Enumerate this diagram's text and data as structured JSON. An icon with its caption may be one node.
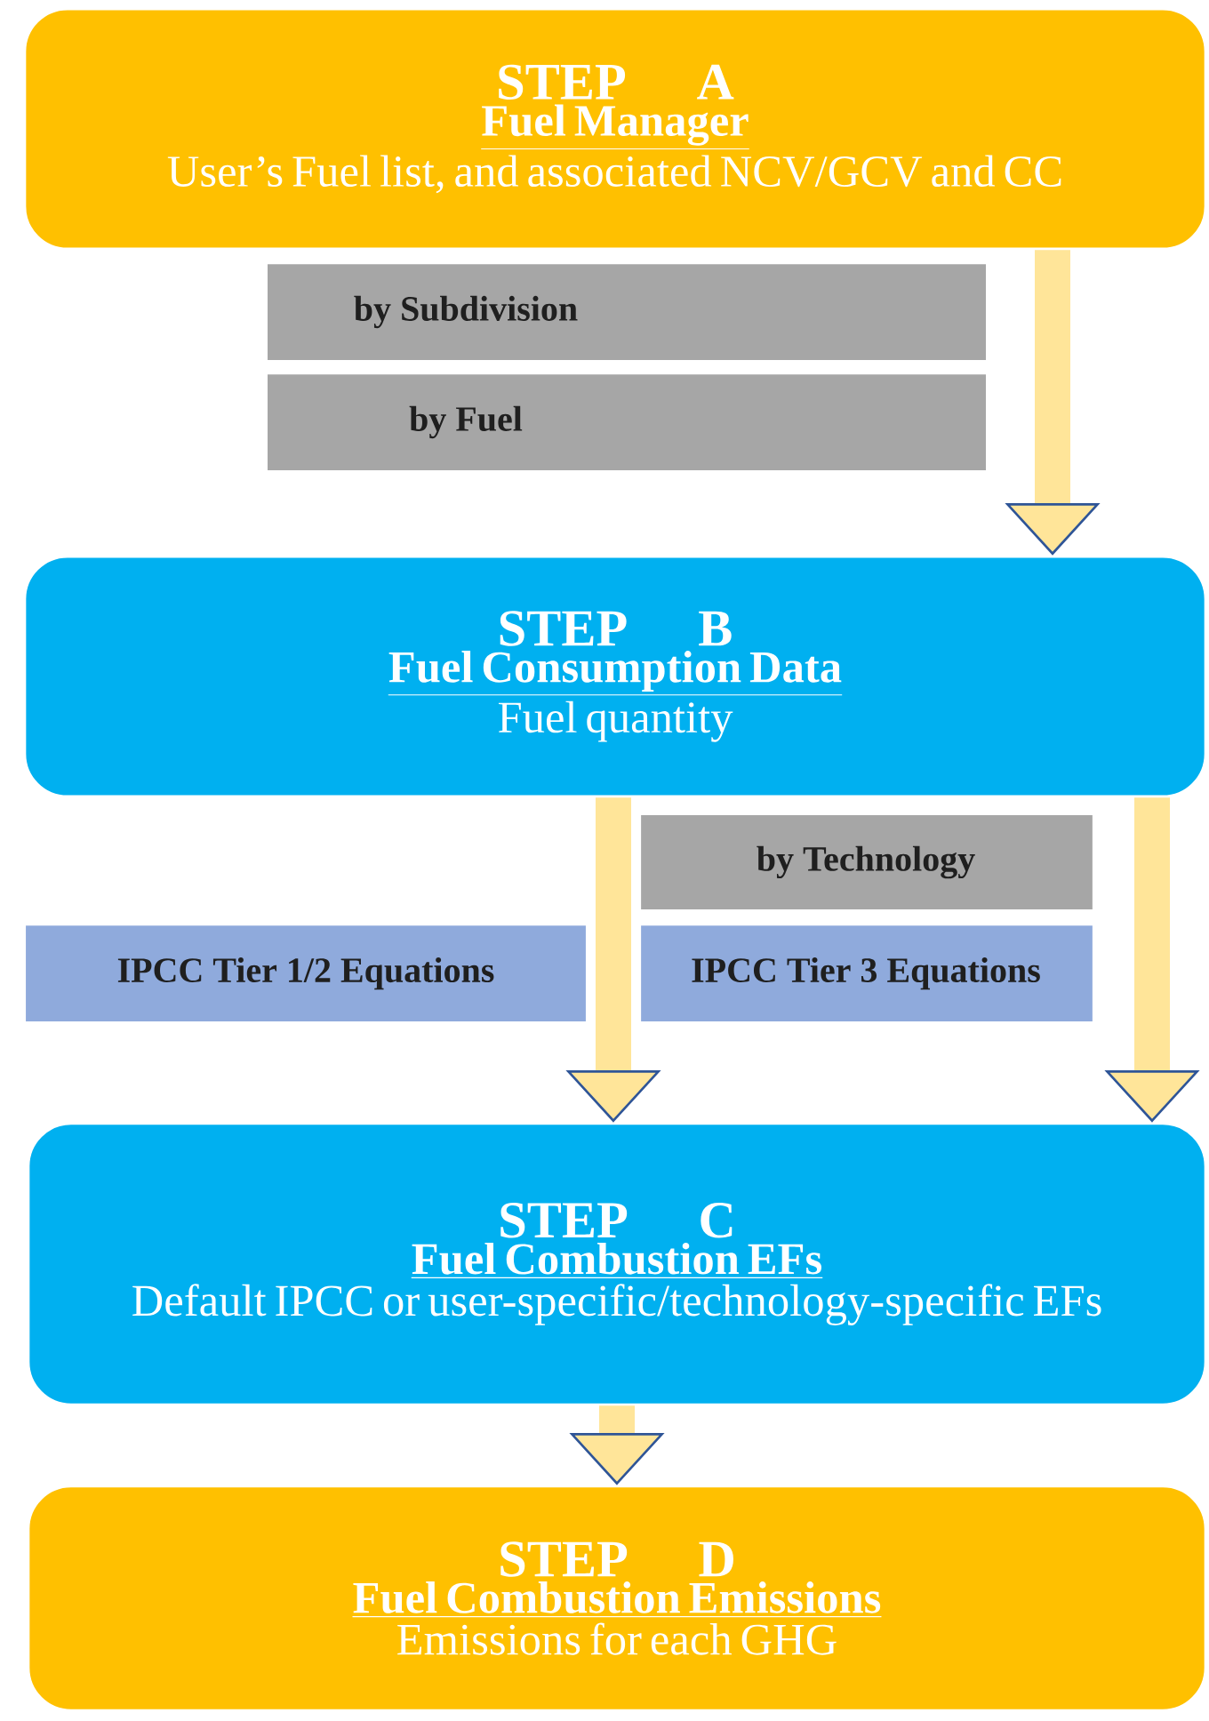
{
  "diagram": {
    "nodes": [
      {
        "text": [
          "STEP A",
          "Fuel Manager",
          "User’s Fuel list, and associated NCV/GCV and CC"
        ]
      },
      {
        "text": [
          "by Subdivision"
        ]
      },
      {
        "text": [
          "by Fuel"
        ]
      },
      {
        "text": [
          "STEP B",
          "Fuel Consumption Data",
          "Fuel quantity"
        ]
      },
      {
        "text": [
          "by Technology"
        ]
      },
      {
        "text": [
          "IPCC Tier 1/2 Equations"
        ]
      },
      {
        "text": [
          "IPCC Tier 3 Equations"
        ]
      },
      {
        "text": [
          "STEP C",
          "Fuel Combustion EFs",
          "Default IPCC or user-specific/technology-specific EFs"
        ]
      },
      {
        "text": [
          "STEP D",
          "Fuel Combustion Emissions",
          "Emissions for each GHG"
        ]
      }
    ],
    "edges": [
      {
        "from": 0,
        "to": 3,
        "arrow": "to"
      },
      {
        "from": 3,
        "to": 7,
        "arrow": "to"
      },
      {
        "from": 3,
        "to": 7,
        "arrow": "to"
      },
      {
        "from": 7,
        "to": 8,
        "arrow": "to"
      }
    ]
  }
}
